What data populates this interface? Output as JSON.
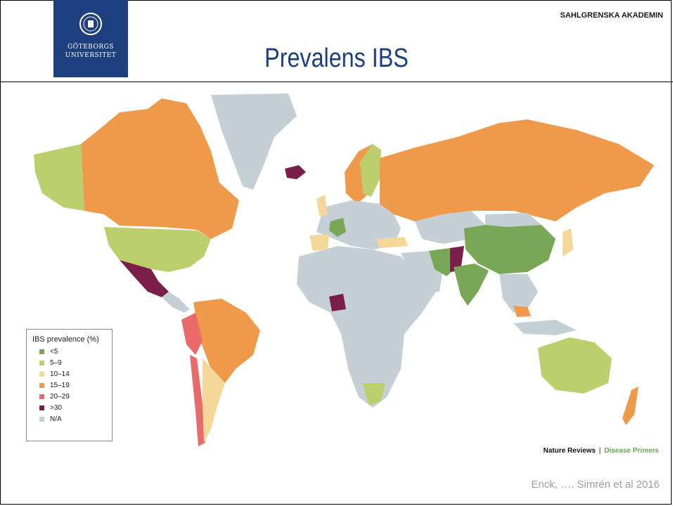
{
  "header": {
    "institution_line1": "GÖTEBORGS",
    "institution_line2": "UNIVERSITET",
    "right_label": "SAHLGRENSKA AKADEMIN",
    "title": "Prevalens IBS"
  },
  "legend": {
    "title": "IBS prevalence (%)",
    "items": [
      {
        "label": "<5",
        "color": "#78a855"
      },
      {
        "label": "5–9",
        "color": "#bccf6d"
      },
      {
        "label": "10–14",
        "color": "#f5d79a"
      },
      {
        "label": "15–19",
        "color": "#ef9a4b"
      },
      {
        "label": "20–29",
        "color": "#e86a6a"
      },
      {
        "label": ">30",
        "color": "#7a1f4a"
      },
      {
        "label": "N/A",
        "color": "#c4d0d6"
      }
    ]
  },
  "credit": {
    "journal": "Nature Reviews",
    "separator": "|",
    "series": "Disease Primers"
  },
  "citation": "Enck, …. Simrén et al 2016",
  "colors": {
    "brand_blue": "#1d3f7d",
    "lt5": "#78a855",
    "c5_9": "#bccf6d",
    "c10_14": "#f5d79a",
    "c15_19": "#ef9a4b",
    "c20_29": "#e86a6a",
    "gt30": "#7a1f4a",
    "na": "#c4d0d6"
  }
}
